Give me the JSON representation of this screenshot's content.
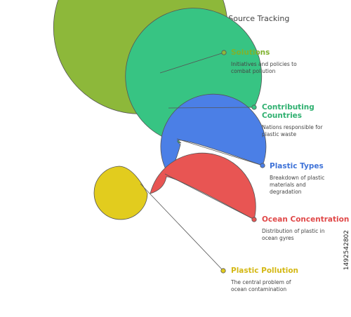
{
  "title": "Plastic Pollution: Ocean Concentration and Source Tracking",
  "layers": [
    {
      "key": "solutions",
      "label": "Solutions",
      "desc": "Initiatives and policies to combat pollution",
      "color": "#8db83a"
    },
    {
      "key": "countries",
      "label": "Contributing Countries",
      "desc": "Nations responsible for plastic waste",
      "color": "#37c483"
    },
    {
      "key": "types",
      "label": "Plastic Types",
      "desc": "Breakdown of plastic materials and degradation",
      "color": "#4b7fe6"
    },
    {
      "key": "concentration",
      "label": "Ocean Concentration",
      "desc": "Distribution of plastic in ocean gyres",
      "color": "#e85553"
    },
    {
      "key": "pollution",
      "label": "Plastic Pollution",
      "desc": "The central problem of ocean contamination",
      "color": "#e2cc1e"
    }
  ],
  "label_colors": {
    "solutions": "#7fb22e",
    "countries": "#2fb070",
    "types": "#3f73d8",
    "concentration": "#e04848",
    "pollution": "#d4b814"
  },
  "watermark": "1492542802"
}
